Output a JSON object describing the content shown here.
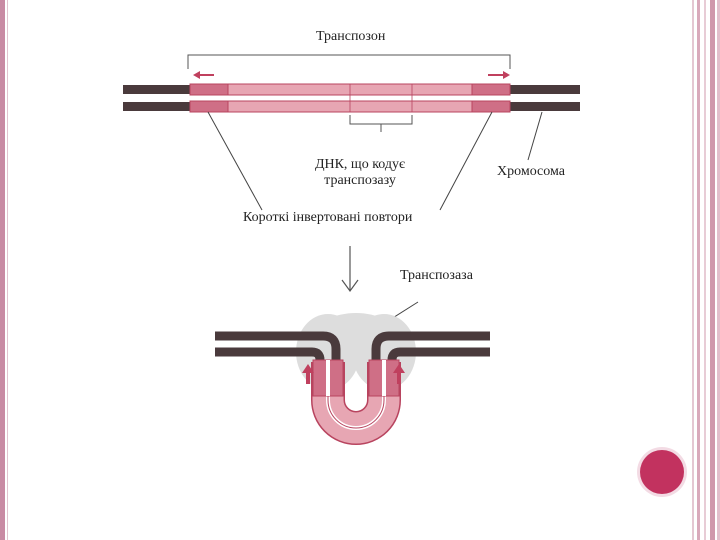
{
  "labels": {
    "transposon": "Транспозон",
    "gene_line1": "ДНК, що кодує",
    "gene_line2": "транспозазу",
    "chromosome": "Хромосома",
    "repeats": "Короткі інвертовані повтори",
    "transposase": "Транспозаза"
  },
  "colors": {
    "chromosome_dna": "#4a3a3c",
    "transposon_fill": "#e7a6b3",
    "transposon_edge": "#b8445f",
    "repeat_fill": "#cf6f86",
    "arrow": "#c0405e",
    "protein_cloud": "#dcdcdc",
    "leader_line": "#444444",
    "accent_dot": "#c2325f"
  }
}
